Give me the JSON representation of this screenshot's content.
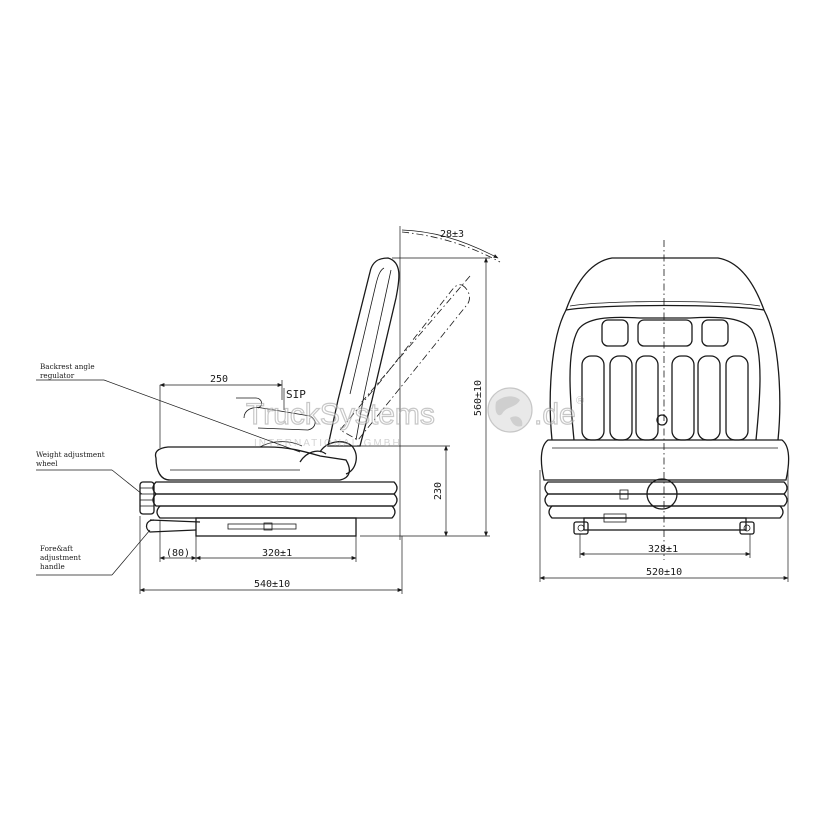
{
  "labels": {
    "backrest_line1": "Backrest angle",
    "backrest_line2": "regulator",
    "weight_line1": "Weight adjustment",
    "weight_line2": "wheel",
    "fore_line1": "Fore&aft",
    "fore_line2": "adjustment",
    "fore_line3": "handle"
  },
  "dimensions": {
    "backrest_angle": "28±3",
    "seat_depth": "250",
    "sip": "SIP",
    "height_total": "560±10",
    "height_base": "230",
    "rail_offset": "(80)",
    "rail_width_side": "320±1",
    "depth_total": "540±10",
    "rail_width_front": "328±1",
    "width_total": "520±10"
  },
  "watermark": {
    "brand": "TruckSystems",
    "tld": ".de",
    "reg": "®",
    "subline": "INTERNATIONAL GMBH"
  },
  "colors": {
    "line": "#1a1a1a",
    "watermark": "#b8b8b8"
  }
}
